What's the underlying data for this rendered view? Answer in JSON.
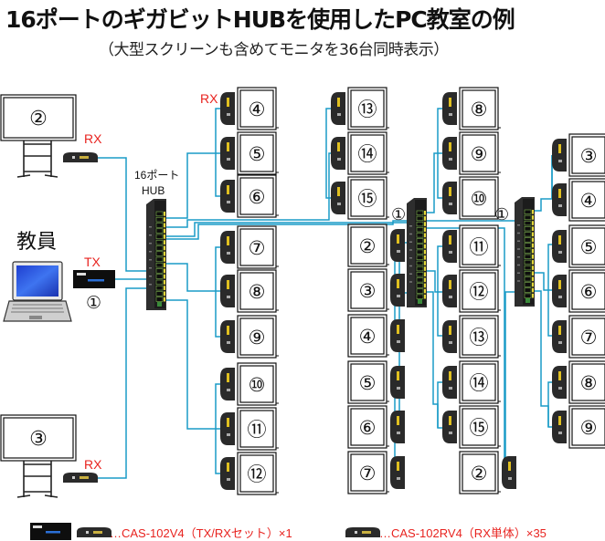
{
  "title": "16ポートのギガビットHUBを使用したPC教室の例",
  "subtitle": "（大型スクリーンも含めてモニタを36台同時表示）",
  "colors": {
    "cable": "#1a9bc7",
    "label_red": "#e8231f",
    "device": "#2a2a2a"
  },
  "teacher": {
    "label": "教員",
    "tx_label": "TX",
    "tx_number": "①"
  },
  "large_screens": [
    {
      "number": "②",
      "rx_label": "RX"
    },
    {
      "number": "③",
      "rx_label": "RX"
    }
  ],
  "main_hub": {
    "label_line1": "16ポート",
    "label_line2": "HUB"
  },
  "sub_hubs": [
    {
      "label": "①"
    },
    {
      "label": "①"
    }
  ],
  "rx_column_label": "RX",
  "columns": [
    {
      "id": "col-a",
      "monitors": [
        "④",
        "⑤",
        "⑥",
        "⑦",
        "⑧",
        "⑨",
        "⑩",
        "⑪",
        "⑫"
      ]
    },
    {
      "id": "col-b-top",
      "monitors": [
        "⑬",
        "⑭",
        "⑮"
      ]
    },
    {
      "id": "col-b-bottom",
      "monitors": [
        "②",
        "③",
        "④",
        "⑤",
        "⑥",
        "⑦"
      ]
    },
    {
      "id": "col-c",
      "monitors": [
        "⑧",
        "⑨",
        "⑩",
        "⑪",
        "⑫",
        "⑬",
        "⑭",
        "⑮",
        "②"
      ]
    },
    {
      "id": "col-d",
      "monitors": [
        "③",
        "④",
        "⑤",
        "⑥",
        "⑦",
        "⑧",
        "⑨"
      ]
    }
  ],
  "legend": [
    {
      "icons": [
        "tx-unit",
        "rx-unit"
      ],
      "text": "…CAS-102V4（TX/RXセット）×1"
    },
    {
      "icons": [
        "rx-unit"
      ],
      "text": "…CAS-102RV4（RX単体）×35"
    }
  ]
}
